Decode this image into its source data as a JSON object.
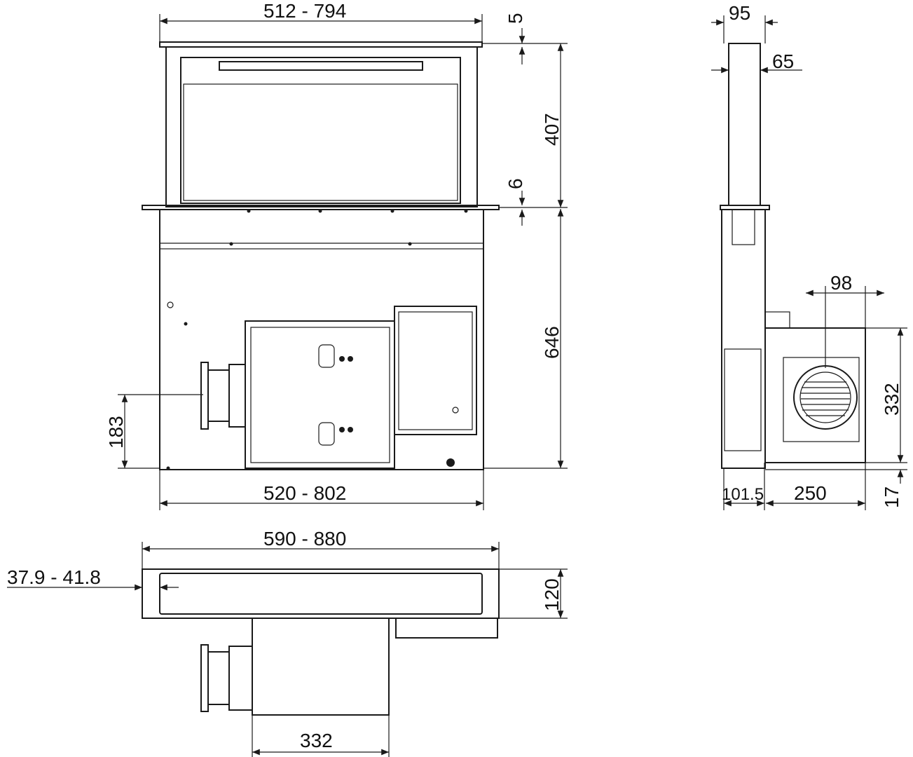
{
  "front_view": {
    "width_top": "512 - 794",
    "glass_thickness": "5",
    "upper_height": "407",
    "counter_thickness": "6",
    "lower_height": "646",
    "outlet_height": "183",
    "width_bottom": "520 - 802"
  },
  "side_view": {
    "depth_outer": "95",
    "depth_inner": "65",
    "fan_center": "98",
    "fan_box_height": "332",
    "body_depth": "101.5",
    "fan_box_depth": "250",
    "bottom_offset": "17"
  },
  "top_view": {
    "cutout_width": "590 - 880",
    "slot_offset": "37.9 - 41.8",
    "cutout_depth": "120",
    "motor_width": "332"
  },
  "colors": {
    "line": "#1a1a1a",
    "background": "#ffffff"
  }
}
